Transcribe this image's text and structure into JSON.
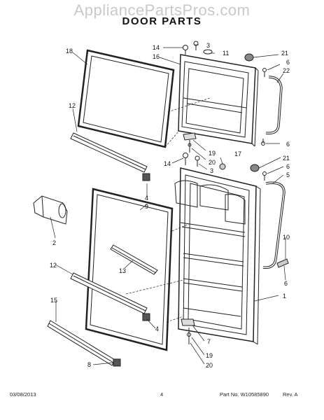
{
  "watermark": "AppliancePartsPros.com",
  "title": "DOOR PARTS",
  "footer": {
    "date": "03/08/2013",
    "page": "4",
    "part_no": "Part No. W10585890",
    "rev": "Rev. A"
  },
  "callouts": [
    "1",
    "2",
    "3",
    "4",
    "5",
    "6",
    "7",
    "8",
    "9",
    "10",
    "11",
    "12",
    "13",
    "14",
    "15",
    "16",
    "17",
    "18",
    "19",
    "20",
    "21",
    "22"
  ]
}
